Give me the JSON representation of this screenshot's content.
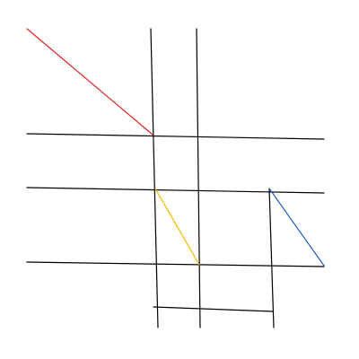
{
  "diagram": {
    "background_color": "#ffffff",
    "stroke_colors": {
      "black": "#000000",
      "red": "#e02020",
      "yellow": "#f5b800",
      "blue": "#1f5fbf"
    },
    "segments": [
      {
        "name": "vertical-line-left",
        "color": "black"
      },
      {
        "name": "vertical-line-middle",
        "color": "black"
      },
      {
        "name": "vertical-line-right",
        "color": "black"
      },
      {
        "name": "horizontal-line-top",
        "color": "black"
      },
      {
        "name": "horizontal-line-second",
        "color": "black"
      },
      {
        "name": "horizontal-line-third",
        "color": "black"
      },
      {
        "name": "horizontal-line-bottom-short",
        "color": "black"
      },
      {
        "name": "diagonal-line-red",
        "color": "red"
      },
      {
        "name": "diagonal-line-yellow",
        "color": "yellow"
      },
      {
        "name": "diagonal-line-blue",
        "color": "blue"
      }
    ]
  }
}
